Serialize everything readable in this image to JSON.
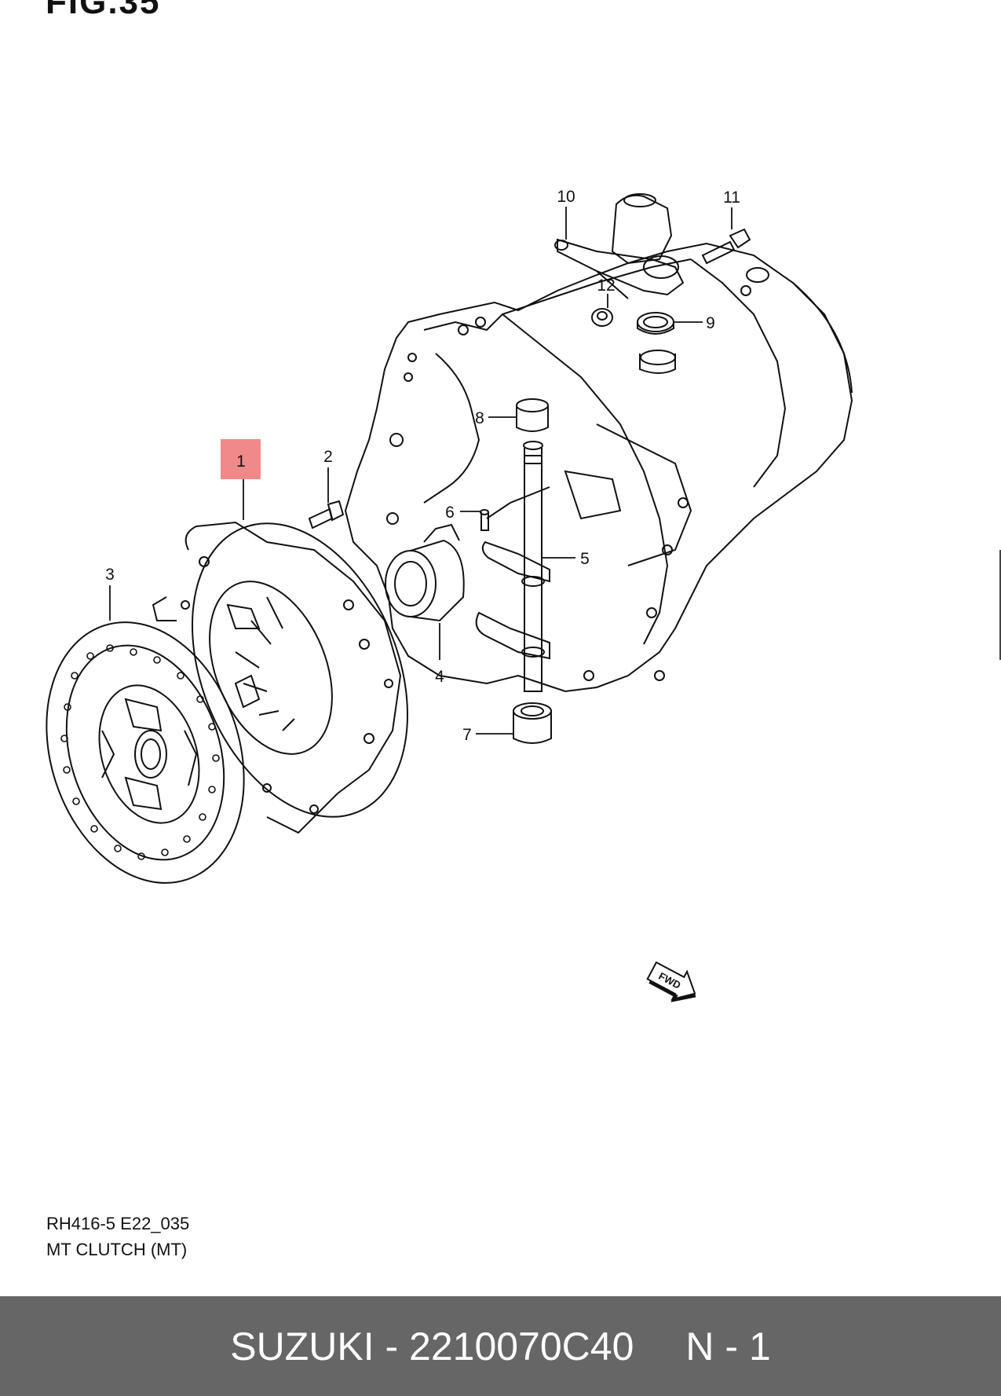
{
  "figure": {
    "title": "FIG.35",
    "code": "RH416-5 E22_035",
    "description": "MT CLUTCH (MT)",
    "fwd_label": "FWD"
  },
  "callouts": [
    {
      "number": "1",
      "name": "clutch-cover",
      "highlight_color": "#f08a8a"
    },
    {
      "number": "2",
      "name": "bolt"
    },
    {
      "number": "3",
      "name": "clutch-disc"
    },
    {
      "number": "4",
      "name": "release-bearing"
    },
    {
      "number": "5",
      "name": "release-fork-shaft"
    },
    {
      "number": "6",
      "name": "pin"
    },
    {
      "number": "7",
      "name": "bushing-lower"
    },
    {
      "number": "8",
      "name": "bushing-upper"
    },
    {
      "number": "9",
      "name": "oil-seal"
    },
    {
      "number": "10",
      "name": "release-arm"
    },
    {
      "number": "11",
      "name": "arm-bolt"
    },
    {
      "number": "12",
      "name": "nut"
    }
  ],
  "footer": {
    "part_label": "SUZUKI - 2210070C40",
    "position_label": "N - 1",
    "background": "#666666"
  }
}
